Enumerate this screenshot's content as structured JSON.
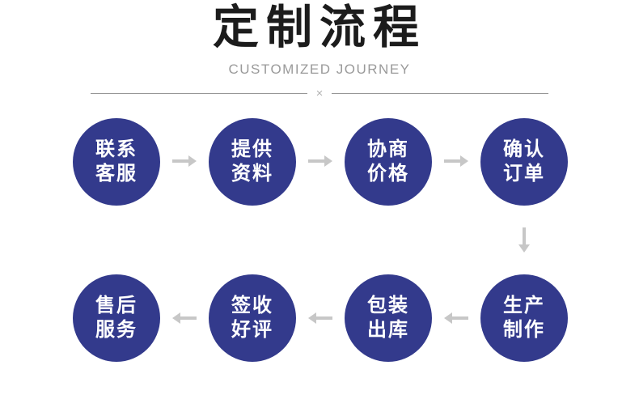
{
  "header": {
    "title": "定制流程",
    "subtitle": "CUSTOMIZED JOURNEY",
    "divider_mark": "×"
  },
  "colors": {
    "circle-color": "#333a8c",
    "arrow-color": "#c7c7c7",
    "title-color": "#1c1c1c",
    "subtitle-color": "#9a9a9a",
    "divider-color": "#979797"
  },
  "flow": {
    "row1": [
      {
        "line1": "联系",
        "line2": "客服"
      },
      {
        "line1": "提供",
        "line2": "资料"
      },
      {
        "line1": "协商",
        "line2": "价格"
      },
      {
        "line1": "确认",
        "line2": "订单"
      }
    ],
    "row2": [
      {
        "line1": "售后",
        "line2": "服务"
      },
      {
        "line1": "签收",
        "line2": "好评"
      },
      {
        "line1": "包装",
        "line2": "出库"
      },
      {
        "line1": "生产",
        "line2": "制作"
      }
    ]
  }
}
